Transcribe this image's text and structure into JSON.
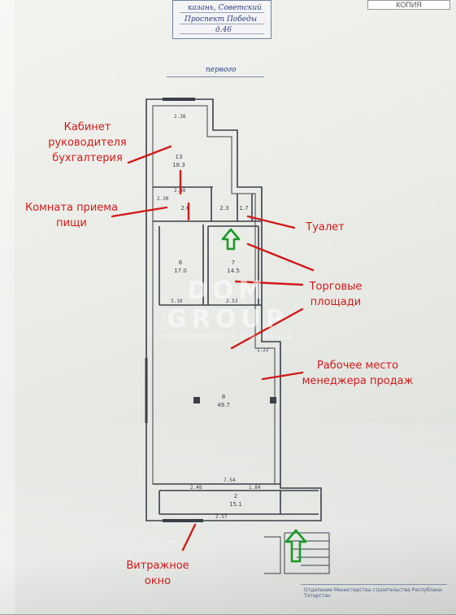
{
  "header": {
    "kopia": "КОПИЯ",
    "stamp_line1": "казань, Советский",
    "stamp_line2": "Проспект Победы",
    "stamp_line3": "д.46",
    "floor": "первого"
  },
  "labels": {
    "cabinet": "Кабинет руководителя бухгалтерия",
    "kitchen": "Комната приема пищи",
    "toilet": "Туалет",
    "trade": "Торговые площади",
    "manager": "Рабочее место менеджера продаж",
    "window": "Витражное окно"
  },
  "watermark": {
    "brand": "DOM GROUP",
    "tagline": "НЕДВИЖИМОСТЬ И ФИНАНСЫ"
  },
  "plan": {
    "dims": {
      "top": "2.38",
      "mid": "2.38",
      "left_hall": "2.30",
      "room_b_w": "3.10",
      "room_c_w": "2.53",
      "right_ledge": "1.22",
      "bottom_wide": "7.54",
      "bottom_a": "2.48",
      "bottom_b": "1.84",
      "bottom_c": "2.57"
    },
    "rooms": {
      "r1_num": "13",
      "r1_area": "18.3",
      "r2_area": "2.6",
      "r3_area": "2.3",
      "r4_area": "1.7",
      "r5_num": "6",
      "r5_area": "17.0",
      "r6_num": "7",
      "r6_area": "14.5",
      "r7_num": "8",
      "r7_area": "49.7",
      "r8_num": "2",
      "r8_area": "15.1"
    }
  },
  "footer": {
    "line1": "Отделение Министерства строительства Республики Татарстан"
  },
  "colors": {
    "label_red": "#d11a1a",
    "arrow_green": "#1b9a2a",
    "plan_ink": "#3a3f4a"
  }
}
